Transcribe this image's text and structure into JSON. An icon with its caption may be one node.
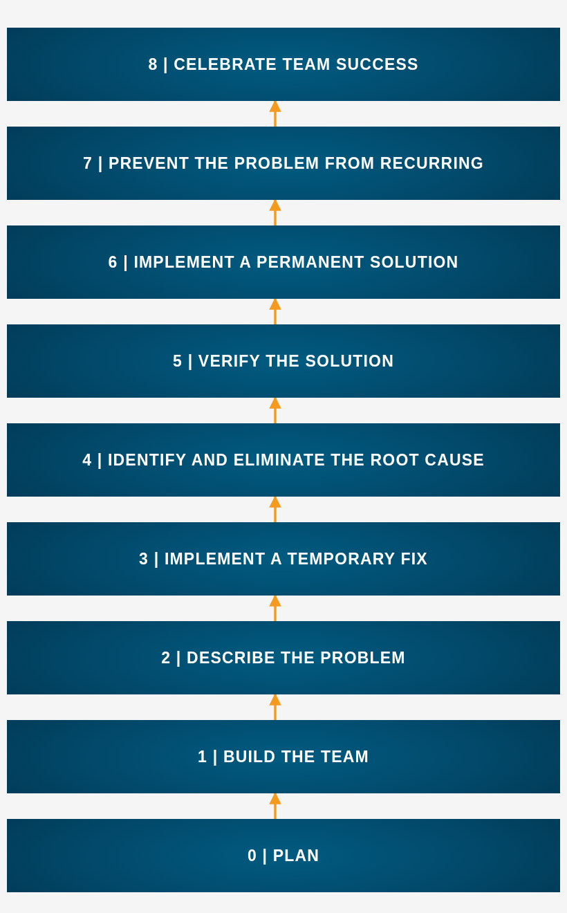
{
  "diagram": {
    "nodes": [
      {
        "text": [
          "8 | CELEBRATE TEAM SUCCESS"
        ]
      },
      {
        "text": [
          "7 | PREVENT THE PROBLEM FROM RECURRING"
        ]
      },
      {
        "text": [
          "6 | IMPLEMENT A PERMANENT SOLUTION"
        ]
      },
      {
        "text": [
          "5 | VERIFY THE SOLUTION"
        ]
      },
      {
        "text": [
          "4 | IDENTIFY AND ELIMINATE THE ROOT CAUSE"
        ]
      },
      {
        "text": [
          "3 | IMPLEMENT A TEMPORARY FIX"
        ]
      },
      {
        "text": [
          "2 | DESCRIBE THE PROBLEM"
        ]
      },
      {
        "text": [
          "1 | BUILD THE TEAM"
        ]
      },
      {
        "text": [
          "0 | PLAN"
        ]
      }
    ],
    "edges": [
      {
        "from": 8,
        "to": 7,
        "arrow": "to"
      },
      {
        "from": 7,
        "to": 6,
        "arrow": "to"
      },
      {
        "from": 6,
        "to": 5,
        "arrow": "to"
      },
      {
        "from": 5,
        "to": 4,
        "arrow": "to"
      },
      {
        "from": 4,
        "to": 3,
        "arrow": "to"
      },
      {
        "from": 3,
        "to": 2,
        "arrow": "to"
      },
      {
        "from": 2,
        "to": 1,
        "arrow": "to"
      },
      {
        "from": 1,
        "to": 0,
        "arrow": "to"
      }
    ]
  }
}
